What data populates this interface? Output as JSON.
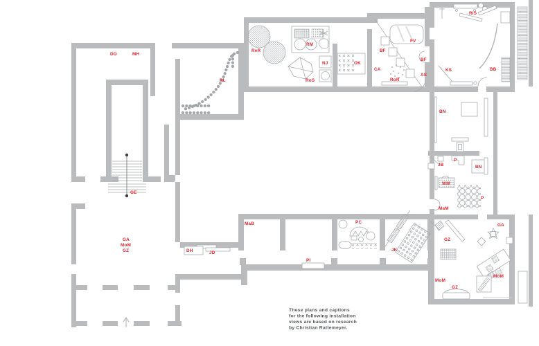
{
  "plan": {
    "labels": [
      {
        "id": "do",
        "text": "DO"
      },
      {
        "id": "mh",
        "text": "MH"
      },
      {
        "id": "rer",
        "text": "ReR"
      },
      {
        "id": "rm",
        "text": "RM"
      },
      {
        "id": "nj",
        "text": "NJ"
      },
      {
        "id": "ok",
        "text": "OK"
      },
      {
        "id": "ros",
        "text": "RoS"
      },
      {
        "id": "bf-1",
        "text": "BF"
      },
      {
        "id": "fv",
        "text": "FV"
      },
      {
        "id": "ca",
        "text": "CA"
      },
      {
        "id": "ror",
        "text": "RoR"
      },
      {
        "id": "as",
        "text": "AS"
      },
      {
        "id": "bf-2",
        "text": "BF"
      },
      {
        "id": "ris",
        "text": "RiS"
      },
      {
        "id": "ks",
        "text": "KS"
      },
      {
        "id": "bb",
        "text": "BB"
      },
      {
        "id": "bn-1",
        "text": "BN"
      },
      {
        "id": "jb",
        "text": "JB"
      },
      {
        "id": "p-1",
        "text": "P"
      },
      {
        "id": "bn-2",
        "text": "BN"
      },
      {
        "id": "wm",
        "text": "WM"
      },
      {
        "id": "p-2",
        "text": "P"
      },
      {
        "id": "mam",
        "text": "MaM"
      },
      {
        "id": "ga-br",
        "text": "GA"
      },
      {
        "id": "gz-br1",
        "text": "GZ"
      },
      {
        "id": "mom-br-right",
        "text": "MoM"
      },
      {
        "id": "mom-br-left",
        "text": "MoM"
      },
      {
        "id": "gz-br2",
        "text": "GZ"
      },
      {
        "id": "ge",
        "text": "GE"
      },
      {
        "id": "ga-lw",
        "text": "GA"
      },
      {
        "id": "mom-lw",
        "text": "MoM"
      },
      {
        "id": "gz-lw",
        "text": "GZ"
      },
      {
        "id": "mab",
        "text": "MaB"
      },
      {
        "id": "dh",
        "text": "DH"
      },
      {
        "id": "jd",
        "text": "JD"
      },
      {
        "id": "pi",
        "text": "PI"
      },
      {
        "id": "pc",
        "text": "PC"
      },
      {
        "id": "jk",
        "text": "JK"
      },
      {
        "id": "rl",
        "text": "RL"
      }
    ],
    "caption": {
      "lines": [
        "These plans and captions",
        "for the following installation",
        "views are based on research",
        "by Christian Rattemeyer."
      ]
    },
    "colors": {
      "wall": "#b9bbbd",
      "label_red": "#e8212b",
      "furniture_line": "#a9adaf",
      "caption_text": "#55585b"
    }
  }
}
